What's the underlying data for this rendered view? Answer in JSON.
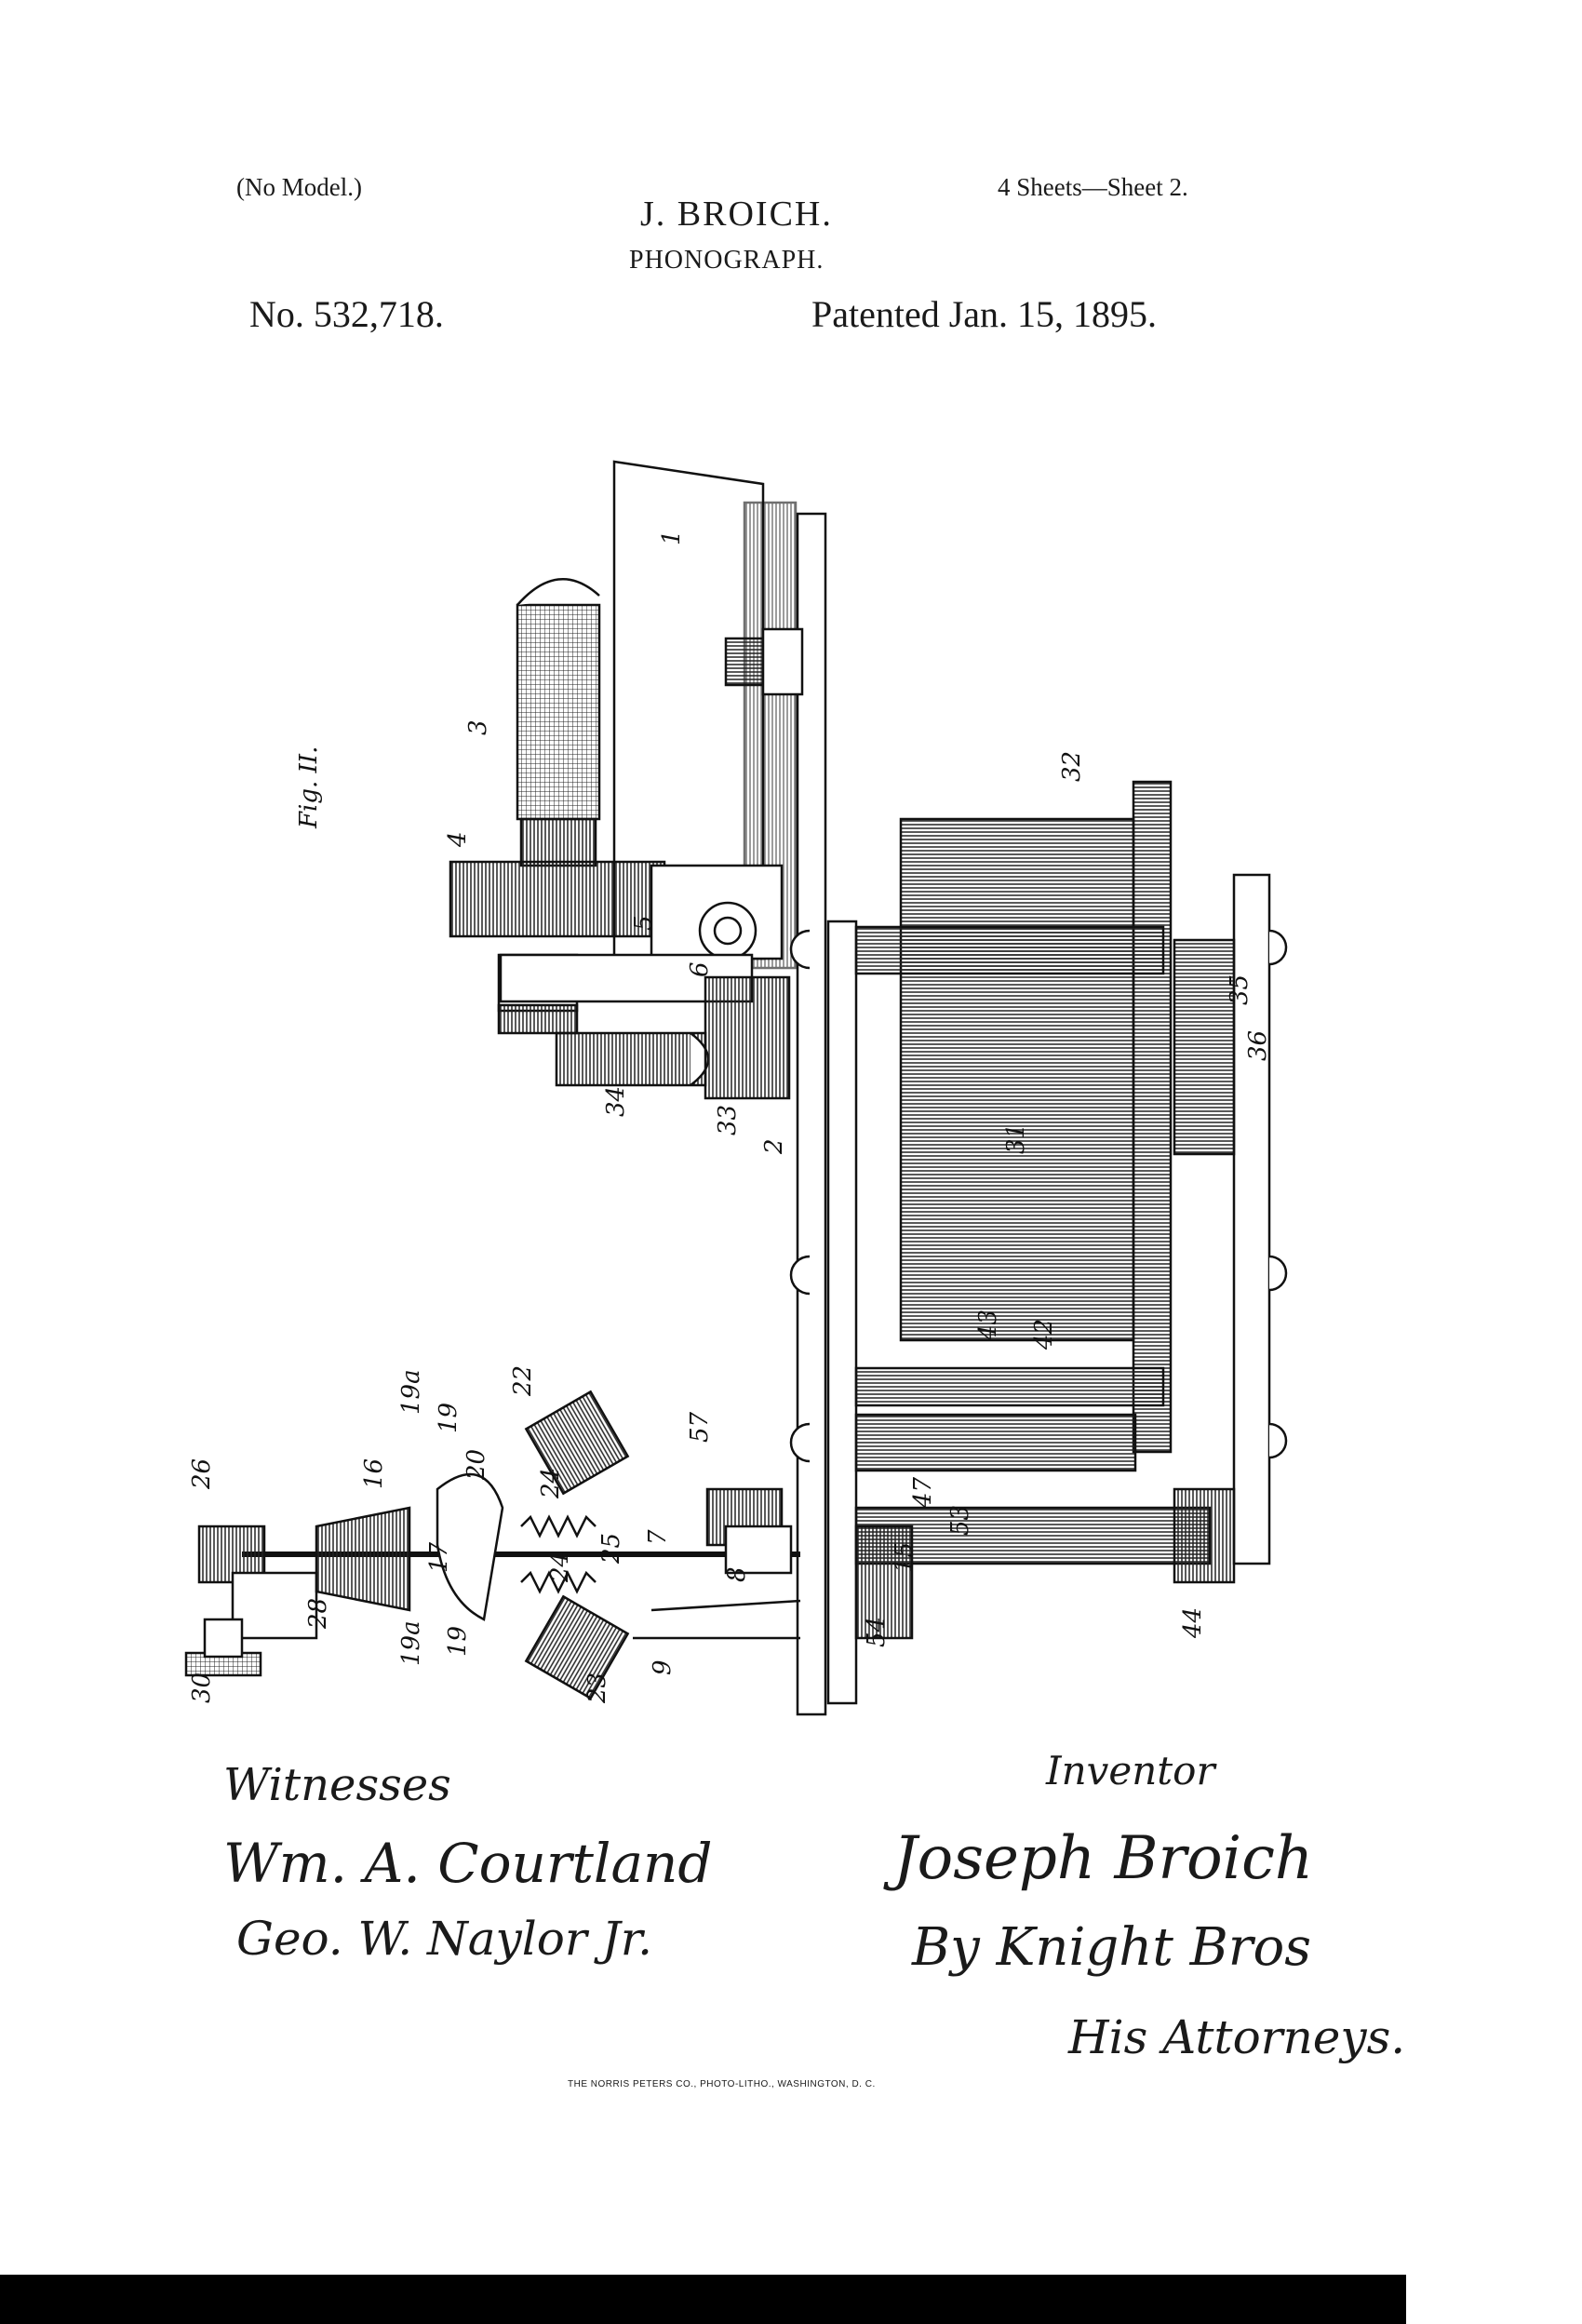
{
  "header": {
    "model_note": "(No Model.)",
    "inventor": "J. BROICH.",
    "sheets": "4 Sheets—Sheet 2.",
    "title": "PHONOGRAPH.",
    "patent_number": "No. 532,718.",
    "patent_date": "Patented Jan. 15, 1895."
  },
  "figure": {
    "label": "Fig. II.",
    "part_numbers": [
      "1",
      "2",
      "3",
      "4",
      "5",
      "6",
      "7",
      "8",
      "9",
      "15",
      "16",
      "17",
      "19",
      "19a",
      "19",
      "19a",
      "20",
      "22",
      "23",
      "24",
      "24",
      "25",
      "26",
      "28",
      "30",
      "31",
      "32",
      "33",
      "34",
      "35",
      "36",
      "42",
      "43",
      "44",
      "47",
      "53",
      "54",
      "57"
    ]
  },
  "signatures": {
    "witnesses_title": "Witnesses",
    "witness_1": "Wm. A. Courtland",
    "witness_2": "Geo. W. Naylor Jr.",
    "inventor_title": "Inventor",
    "inventor_signature": "Joseph Broich",
    "attorney_by": "By Knight Bros",
    "attorney_role": "His Attorneys."
  },
  "footer": {
    "printer": "THE NORRIS PETERS CO., PHOTO-LITHO., WASHINGTON, D. C."
  }
}
